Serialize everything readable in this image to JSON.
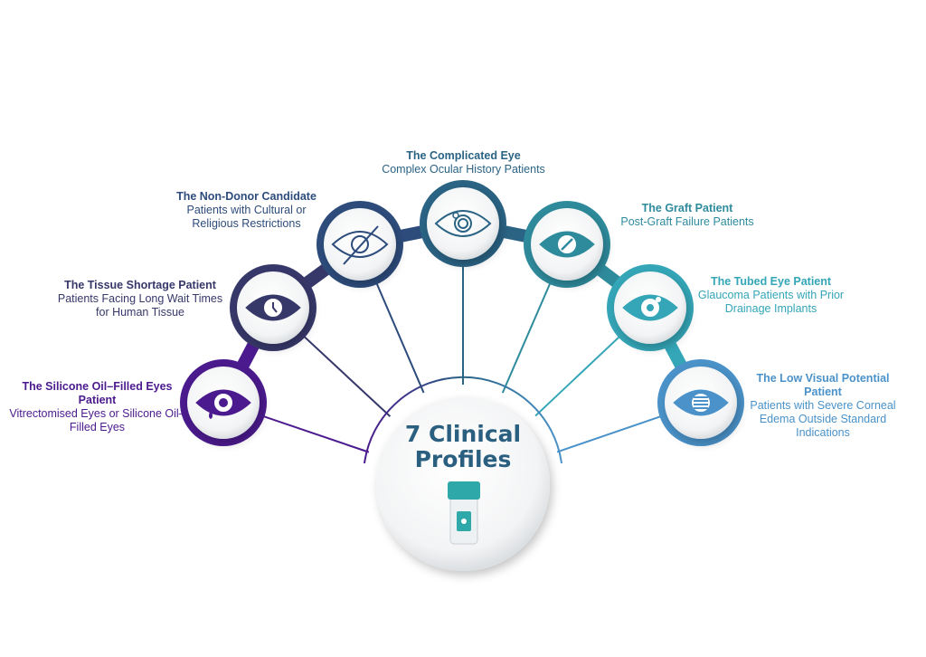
{
  "center": {
    "line1": "7 Clinical",
    "line2": "Profiles"
  },
  "profiles": [
    {
      "title": "The Silicone Oil–Filled Eyes Patient",
      "desc": "Vitrectomised Eyes or Silicone Oil–Filled Eyes",
      "icon": "eye-tear-icon",
      "color": "#4b1a8e"
    },
    {
      "title": "The Tissue Shortage Patient",
      "desc": "Patients Facing Long Wait Times for Human Tissue",
      "icon": "eye-clock-icon",
      "color": "#37386a"
    },
    {
      "title": "The Non-Donor Candidate",
      "desc": "Patients with Cultural or Religious Restrictions",
      "icon": "eye-slash-icon",
      "color": "#2d4c7c"
    },
    {
      "title": "The Complicated Eye",
      "desc": "Complex Ocular History Patients",
      "icon": "eye-ring-icon",
      "color": "#2a6384"
    },
    {
      "title": "The Graft Patient",
      "desc": "Post-Graft Failure Patients",
      "icon": "eye-prohibited-icon",
      "color": "#2e8b9c"
    },
    {
      "title": "The Tubed Eye Patient",
      "desc": "Glaucoma Patients with Prior Drainage Implants",
      "icon": "eye-implant-icon",
      "color": "#34a6b7"
    },
    {
      "title": "The Low Visual Potential Patient",
      "desc": "Patients with Severe Corneal Edema Outside Standard Indications",
      "icon": "eye-lines-icon",
      "color": "#4a92c9"
    }
  ]
}
